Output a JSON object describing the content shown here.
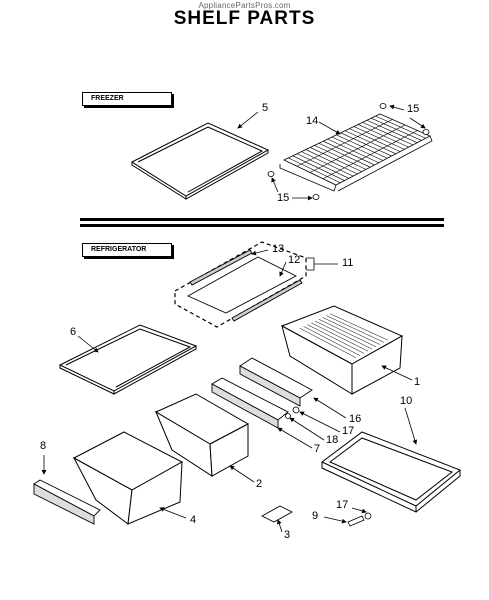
{
  "header": {
    "watermark": "AppliancePartsPros.com",
    "title": "SHELF PARTS"
  },
  "sections": {
    "freezer": "FREEZER",
    "refrigerator": "REFRIGERATOR"
  },
  "callouts": {
    "n1": "1",
    "n2": "2",
    "n3": "3",
    "n4": "4",
    "n5": "5",
    "n6": "6",
    "n7": "7",
    "n8": "8",
    "n9": "9",
    "n10": "10",
    "n11": "11",
    "n12": "12",
    "n13": "13",
    "n14": "14",
    "n15a": "15",
    "n15b": "15",
    "n16": "16",
    "n17a": "17",
    "n17b": "17",
    "n18": "18"
  }
}
